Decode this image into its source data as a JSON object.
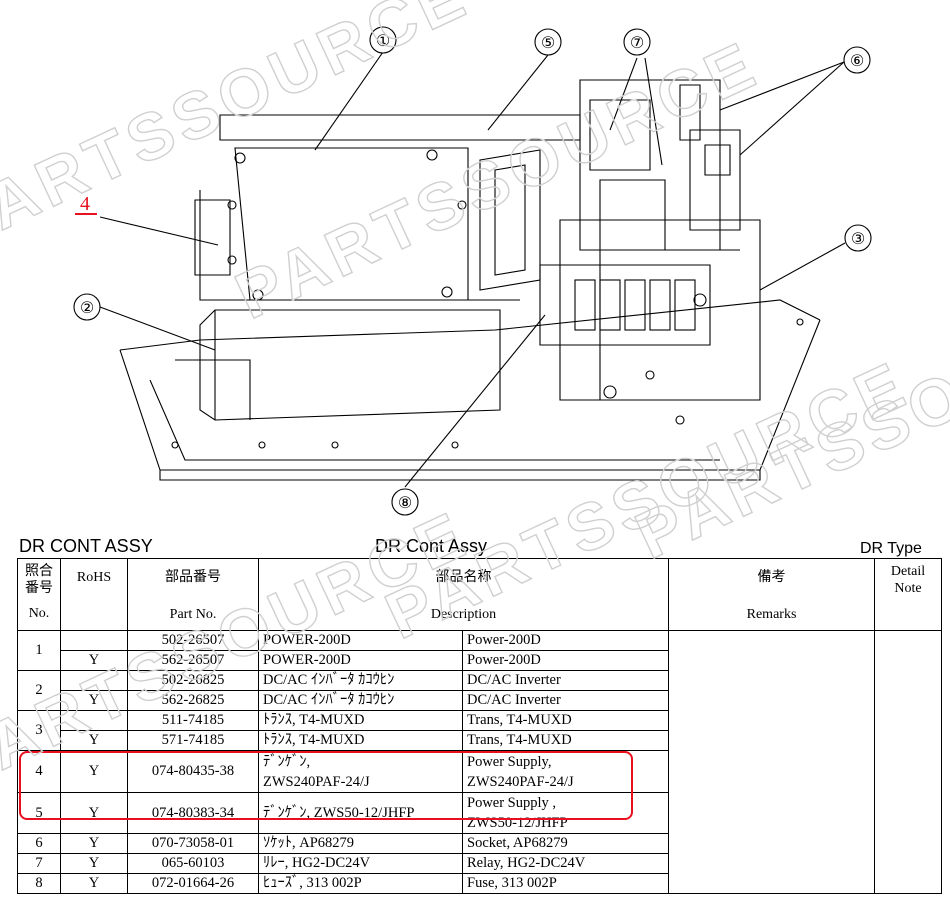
{
  "callouts": {
    "c1": "①",
    "c2": "②",
    "c3": "③",
    "c5": "⑤",
    "c6": "⑥",
    "c7": "⑦",
    "c8": "⑧",
    "c4": "4"
  },
  "table_title_left": "DR CONT ASSY",
  "table_title_center": "DR Cont Assy",
  "table_title_right": "DR Type",
  "headers": {
    "no_jp": "照合\n番号",
    "no_en": "No.",
    "rohs": "RoHS",
    "partno_jp": "部品番号",
    "partno_en": "Part No.",
    "desc_jp": "部品名称",
    "desc_en": "Description",
    "remarks_jp": "備考",
    "remarks_en": "Remarks",
    "detail_note": "Detail\nNote"
  },
  "rows": [
    {
      "no": "1",
      "rohs_a": "",
      "part_a": "502-26507",
      "desc_jp_a": "POWER-200D",
      "desc_en_a": "Power-200D",
      "rohs_b": "Y",
      "part_b": "562-26507",
      "desc_jp_b": "POWER-200D",
      "desc_en_b": "Power-200D"
    },
    {
      "no": "2",
      "rohs_a": "",
      "part_a": "502-26825",
      "desc_jp_a": "DC/AC ｲﾝﾊﾞｰﾀ ｶｺｳﾋﾝ",
      "desc_en_a": "DC/AC Inverter",
      "rohs_b": "Y",
      "part_b": "562-26825",
      "desc_jp_b": "DC/AC ｲﾝﾊﾞｰﾀ ｶｺｳﾋﾝ",
      "desc_en_b": "DC/AC Inverter"
    },
    {
      "no": "3",
      "rohs_a": "",
      "part_a": "511-74185",
      "desc_jp_a": "ﾄﾗﾝｽ, T4-MUXD",
      "desc_en_a": "Trans, T4-MUXD",
      "rohs_b": "Y",
      "part_b": "571-74185",
      "desc_jp_b": "ﾄﾗﾝｽ, T4-MUXD",
      "desc_en_b": "Trans, T4-MUXD"
    },
    {
      "no": "4",
      "rohs": "Y",
      "part": "074-80435-38",
      "desc_jp": "ﾃﾞﾝｹﾞﾝ,\nZWS240PAF-24/J",
      "desc_en": "Power Supply,\nZWS240PAF-24/J"
    },
    {
      "no": "5",
      "rohs": "Y",
      "part": "074-80383-34",
      "desc_jp": "ﾃﾞﾝｹﾞﾝ, ZWS50-12/JHFP",
      "desc_en": "Power Supply ,\nZWS50-12/JHFP"
    },
    {
      "no": "6",
      "rohs": "Y",
      "part": "070-73058-01",
      "desc_jp": "ｿｹｯﾄ, AP68279",
      "desc_en": "Socket, AP68279"
    },
    {
      "no": "7",
      "rohs": "Y",
      "part": "065-60103",
      "desc_jp": "ﾘﾚｰ, HG2-DC24V",
      "desc_en": "Relay, HG2-DC24V"
    },
    {
      "no": "8",
      "rohs": "Y",
      "part": "072-01664-26",
      "desc_jp": "ﾋｭｰｽﾞ, 313 002P",
      "desc_en": "Fuse, 313 002P"
    }
  ],
  "watermark_text": "PARTSSOURCE",
  "colors": {
    "highlight": "#e8101e",
    "watermark": "#d0d0d0",
    "underline4": "#e8101e"
  }
}
